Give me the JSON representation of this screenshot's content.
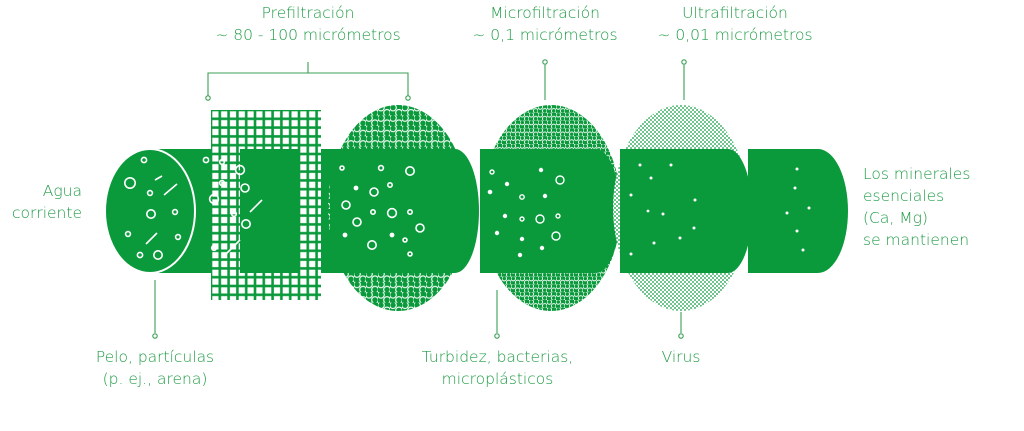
{
  "colors": {
    "green": "#0a9a3c",
    "label": "#1f9b45",
    "line": "#3a9f55",
    "white": "#ffffff"
  },
  "stages": {
    "prefiltration": {
      "title": "Prefiltración",
      "size": "~ 80 - 100 micrómetros"
    },
    "microfiltration": {
      "title": "Microfiltración",
      "size": "~ 0,1 micrómetros"
    },
    "ultrafiltration": {
      "title": "Ultrafiltración",
      "size": "~ 0,01 micrómetros"
    }
  },
  "input": {
    "line1": "Agua",
    "line2": "corriente"
  },
  "output": {
    "line1": "Los minerales",
    "line2": "esenciales",
    "line3": "(Ca, Mg)",
    "line4": "se mantienen"
  },
  "removed": {
    "hair": {
      "line1": "Pelo, partículas",
      "line2": "(p. ej., arena)"
    },
    "turbidity": {
      "line1": "Turbidez, bacterias,",
      "line2": "microplásticos"
    },
    "virus": {
      "line1": "Virus"
    }
  }
}
